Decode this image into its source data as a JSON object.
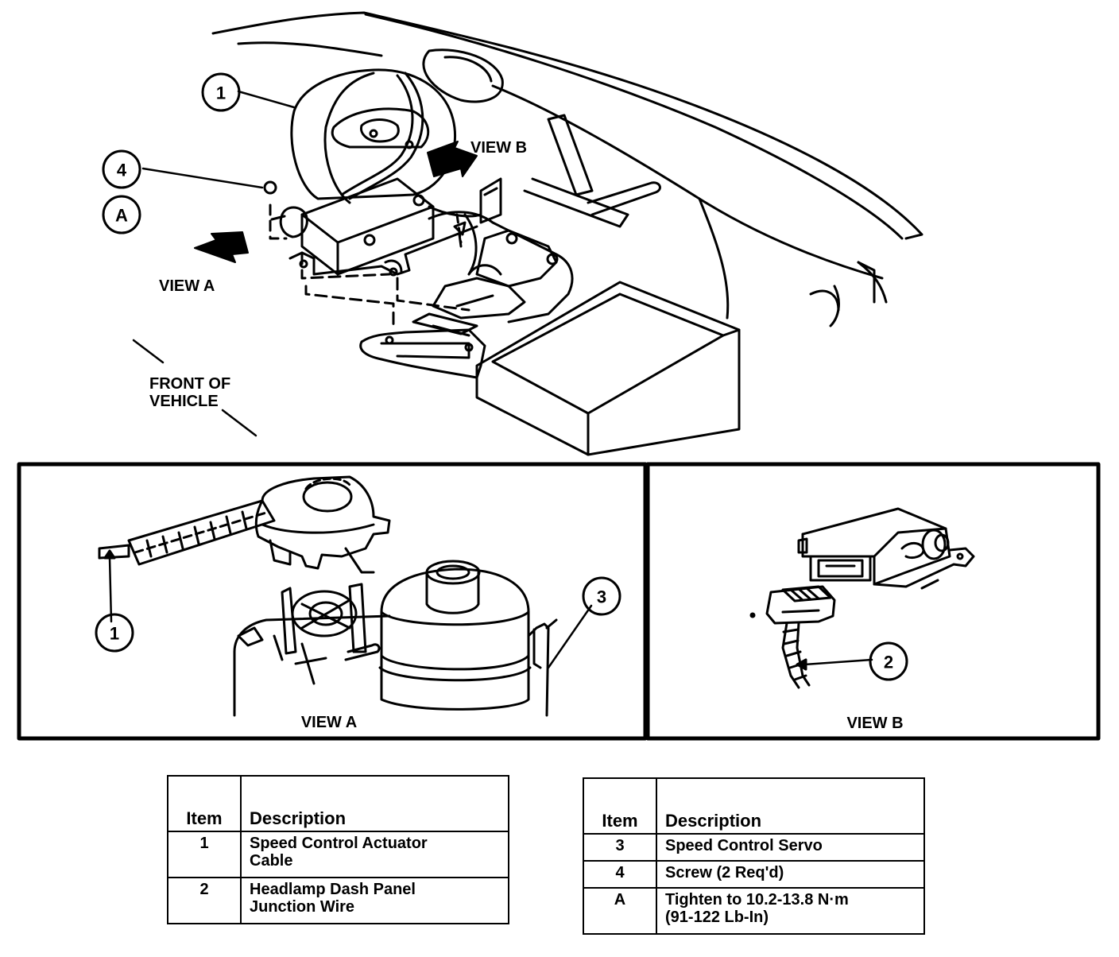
{
  "main_view": {
    "callouts": [
      "1",
      "4",
      "A"
    ],
    "view_a_arrow_label": "VIEW A",
    "view_b_arrow_label": "VIEW B",
    "front_label_line1": "FRONT OF",
    "front_label_line2": "VEHICLE"
  },
  "view_a_panel": {
    "caption": "VIEW A",
    "callouts": [
      "1",
      "3"
    ]
  },
  "view_b_panel": {
    "caption": "VIEW B",
    "callouts": [
      "2"
    ]
  },
  "table_left": {
    "header_item": "Item",
    "header_desc": "Description",
    "rows": [
      {
        "item": "1",
        "line1": "Speed Control Actuator",
        "line2": "Cable"
      },
      {
        "item": "2",
        "line1": "Headlamp Dash Panel",
        "line2": "Junction Wire"
      }
    ]
  },
  "table_right": {
    "header_item": "Item",
    "header_desc": "Description",
    "rows": [
      {
        "item": "3",
        "line1": "Speed Control Servo",
        "line2": ""
      },
      {
        "item": "4",
        "line1": "Screw (2 Req'd)",
        "line2": ""
      },
      {
        "item": "A",
        "line1": "Tighten to 10.2-13.8 N·m",
        "line2": "(91-122 Lb-In)"
      }
    ]
  }
}
